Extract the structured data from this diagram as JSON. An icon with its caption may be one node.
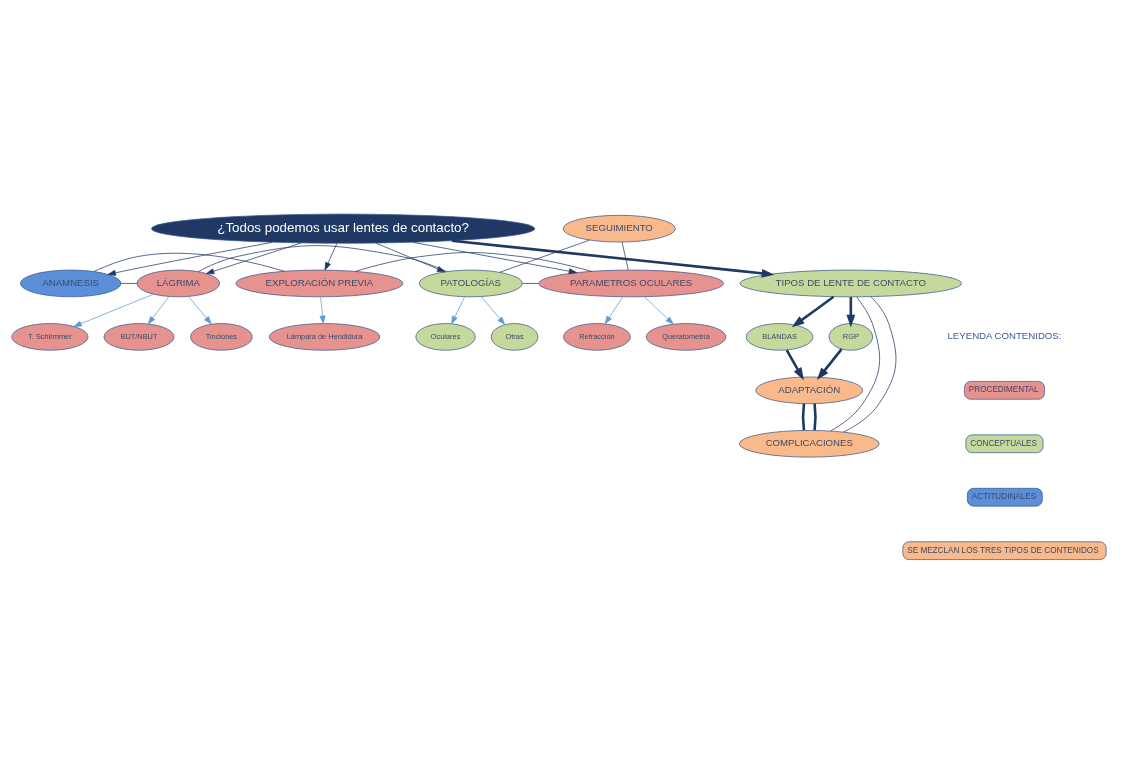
{
  "diagram": {
    "nodes": [
      {
        "text": [
          "¿Todos podemos usar lentes de contacto?"
        ]
      },
      {
        "text": [
          "ANAMNESIS"
        ]
      },
      {
        "text": [
          "LÁGRIMA"
        ]
      },
      {
        "text": [
          "EXPLORACIÓN PREVIA"
        ]
      },
      {
        "text": [
          "PATOLOGÍAS"
        ]
      },
      {
        "text": [
          "PARAMETROS OCULARES"
        ]
      },
      {
        "text": [
          "T. Schirmmer"
        ]
      },
      {
        "text": [
          "BUT/NBUT"
        ]
      },
      {
        "text": [
          "Tinciones"
        ]
      },
      {
        "text": [
          "Lámpara de Hendidura"
        ]
      },
      {
        "text": [
          "Oculares"
        ]
      },
      {
        "text": [
          "Otras"
        ]
      },
      {
        "text": [
          "Refracción"
        ]
      },
      {
        "text": [
          "Queratometría"
        ]
      },
      {
        "text": [
          "TIPOS DE LENTE DE CONTACTO"
        ]
      },
      {
        "text": [
          "BLANDAS"
        ]
      },
      {
        "text": [
          "RGP"
        ]
      },
      {
        "text": [
          "ADAPTACIÓN"
        ]
      },
      {
        "text": [
          "SEGUIMIENTO"
        ]
      },
      {
        "text": [
          "COMPLICACIONES"
        ]
      }
    ],
    "edges": [
      {
        "from": 0,
        "to": 1,
        "arrow": "to"
      },
      {
        "from": 0,
        "to": 2,
        "arrow": "to"
      },
      {
        "from": 0,
        "to": 3,
        "arrow": "to"
      },
      {
        "from": 0,
        "to": 4,
        "arrow": "to"
      },
      {
        "from": 0,
        "to": 5,
        "arrow": "to"
      },
      {
        "from": 2,
        "to": 6,
        "arrow": "to",
        "color": "#5b9bd5"
      },
      {
        "from": 2,
        "to": 7,
        "arrow": "to",
        "color": "#5b9bd5"
      },
      {
        "from": 2,
        "to": 8,
        "arrow": "to",
        "color": "#5b9bd5"
      },
      {
        "from": 3,
        "to": 9,
        "arrow": "to",
        "color": "#5b9bd5"
      },
      {
        "from": 4,
        "to": 10,
        "arrow": "to",
        "color": "#5b9bd5"
      },
      {
        "from": 4,
        "to": 11,
        "arrow": "to",
        "color": "#5b9bd5"
      },
      {
        "from": 5,
        "to": 12,
        "arrow": "to",
        "color": "#5b9bd5"
      },
      {
        "from": 5,
        "to": 13,
        "arrow": "to",
        "color": "#5b9bd5"
      },
      {
        "from": 0,
        "to": 14,
        "arrow": "to",
        "style": "thick"
      },
      {
        "from": 14,
        "to": 15,
        "arrow": "to",
        "style": "thick"
      },
      {
        "from": 14,
        "to": 16,
        "arrow": "to",
        "style": "thick"
      },
      {
        "from": 15,
        "to": 17,
        "arrow": "to",
        "style": "thick"
      },
      {
        "from": 16,
        "to": 17,
        "arrow": "to",
        "style": "thick"
      },
      {
        "from": 1,
        "to": 2,
        "arrow": "none"
      },
      {
        "from": 1,
        "to": 3,
        "arrow": "none"
      },
      {
        "from": 2,
        "to": 4,
        "arrow": "none"
      },
      {
        "from": 3,
        "to": 5,
        "arrow": "none"
      },
      {
        "from": 4,
        "to": 5,
        "arrow": "none"
      },
      {
        "from": 4,
        "to": 18,
        "arrow": "none"
      },
      {
        "from": 5,
        "to": 18,
        "arrow": "none"
      },
      {
        "from": 14,
        "to": 19,
        "arrow": "none"
      },
      {
        "from": 14,
        "to": 19,
        "arrow": "none"
      },
      {
        "from": 17,
        "to": 19,
        "arrow": "none",
        "style": "thick"
      },
      {
        "from": 17,
        "to": 19,
        "arrow": "none",
        "style": "thick"
      }
    ],
    "labels": [
      "LEYENDA CONTENIDOS:"
    ],
    "legend": [
      {
        "text": "PROCEDIMENTAL",
        "color": "#e6928f"
      },
      {
        "text": "CONCEPTUALES",
        "color": "#c4d99b"
      },
      {
        "text": "ACTITUDINALES",
        "color": "#5b8fd9"
      },
      {
        "text": "SE MEZCLAN LOS TRES TIPOS DE CONTENIDOS",
        "color": "#f9b98a"
      }
    ]
  }
}
